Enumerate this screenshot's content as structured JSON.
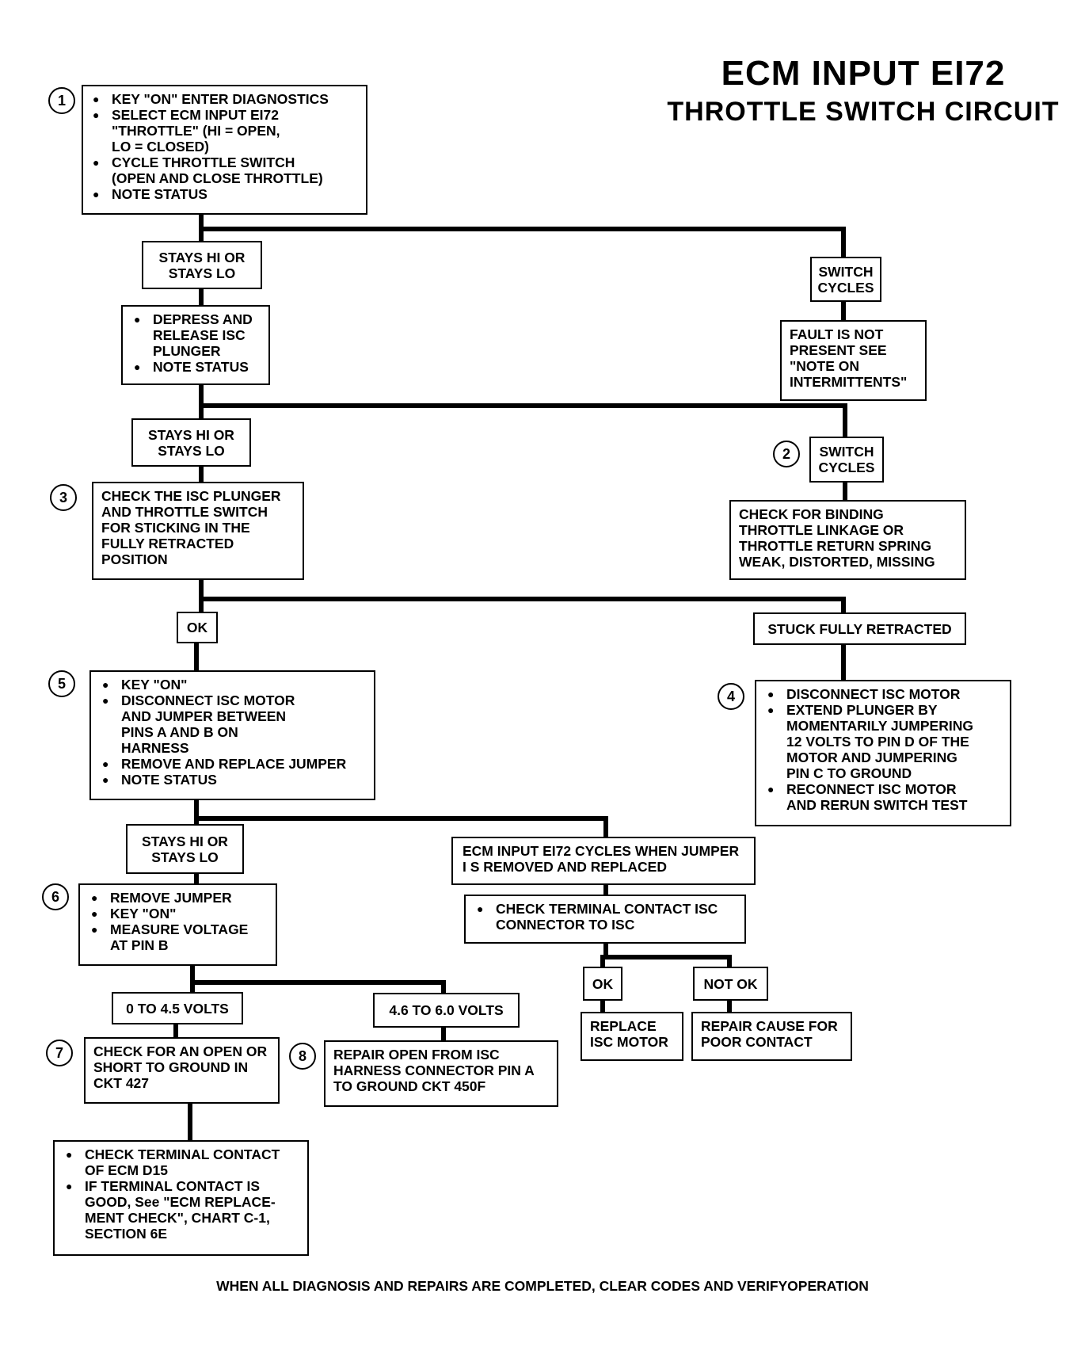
{
  "title": "ECM INPUT EI72",
  "subtitle": "THROTTLE  SWITCH  CIRCUIT",
  "boxes": {
    "b1": [
      "KEY \"ON\"  ENTER DIAGNOSTICS",
      "SELECT ECM INPUT EI72\n\"THROTTLE\" (HI = OPEN,\nLO = CLOSED)",
      "CYCLE THROTTLE SWITCH\n(OPEN AND CLOSE THROTTLE)",
      "NOTE STATUS"
    ],
    "stays1": "STAYS HI\nOR STAYS LO",
    "cycles1": "SWITCH\nCYCLES",
    "depress": [
      "DEPRESS AND\nRELEASE ISC\nPLUNGER",
      "NOTE STATUS"
    ],
    "fault": "FAULT IS NOT\nPRESENT\nSEE \"NOTE ON\nINTERMITTENTS\"",
    "stays2": "STAYS HI\nOR STAYS LO",
    "cycles2": "SWITCH\nCYCLES",
    "b3": "CHECK THE ISC\nPLUNGER AND THROTTLE\nSWITCH FOR STICKING\nIN THE FULLY RETRACTED\nPOSITION",
    "binding": "CHECK FOR BINDING\nTHROTTLE LINKAGE OR\nTHROTTLE RETURN SPRING\nWEAK, DISTORTED, MISSING",
    "ok1": "OK",
    "stuck": "STUCK FULLY RETRACTED",
    "b5": [
      "KEY \"ON\"",
      "DISCONNECT ISC MOTOR\nAND JUMPER BETWEEN\nPINS A AND B ON\nHARNESS",
      "REMOVE AND REPLACE JUMPER",
      "NOTE STATUS"
    ],
    "b4": [
      "DISCONNECT ISC MOTOR",
      "EXTEND PLUNGER BY\nMOMENTARILY  JUMPERING\n12 VOLTS TO PIN D OF THE\nMOTOR AND JUMPERING\nPIN C TO GROUND",
      "RECONNECT ISC MOTOR\nAND RERUN SWITCH TEST"
    ],
    "stays3": "STAYS HI\nOR STAYS LO",
    "ecmcycles": "ECM INPUT EI72 CYCLES WHEN\nJUMPER I S REMOVED AND REPLACED",
    "b6": [
      "REMOVE JUMPER",
      "KEY \"ON\"",
      "MEASURE  VOLTAGE\nAT PIN B"
    ],
    "terminal": [
      "CHECK TERMINAL CONTACT ISC\nCONNECTOR TO ISC"
    ],
    "ok2": "OK",
    "notok": "NOT OK",
    "v045": "0 TO 4.5 VOLTS",
    "v4660": "4.6 TO 6.0 VOLTS",
    "replace": "REPLACE\nISC MOTOR",
    "repaircause": "REPAIR CAUSE FOR\nPOOR CONTACT",
    "b7": "CHECK FOR AN OPEN\nOR SHORT TO GROUND\nIN CKT 427",
    "b8": "REPAIR OPEN FROM ISC\nHARNESS CONNECTOR PIN A\nTO GROUND CKT 450F",
    "ecmd15": [
      "CHECK TERMINAL CONTACT\nOF ECM D15",
      "IF TERMINAL CONTACT IS\nGOOD, See \"ECM REPLACE-\nMENT CHECK\", CHART C-1,\nSECTION 6E"
    ]
  },
  "steps": [
    "1",
    "2",
    "3",
    "4",
    "5",
    "6",
    "7",
    "8"
  ],
  "footer": "WHEN ALL DIAGNOSIS AND REPAIRS ARE COMPLETED, CLEAR CODES AND VERIFYOPERATION"
}
